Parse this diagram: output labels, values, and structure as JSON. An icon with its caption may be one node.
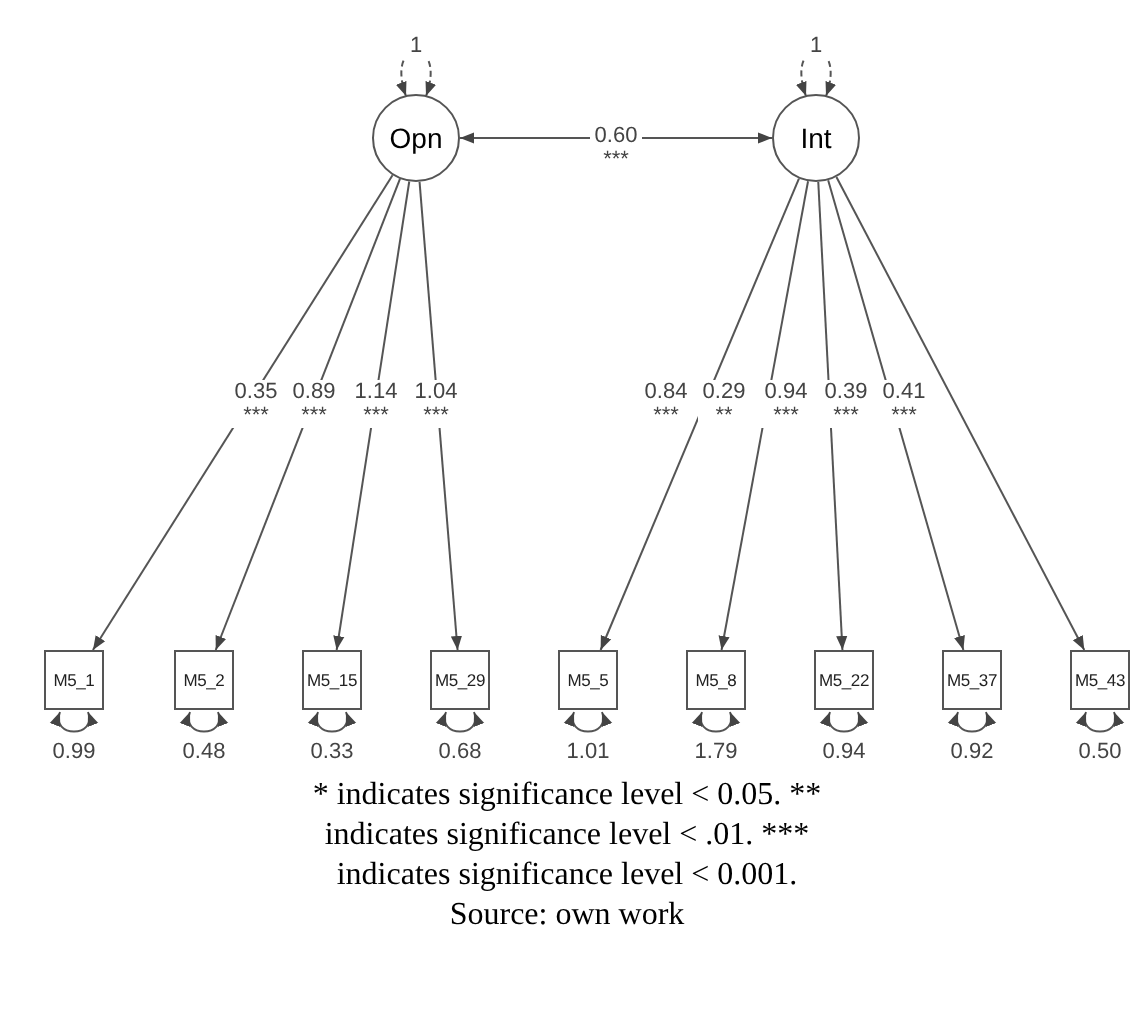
{
  "diagram": {
    "caption": "* indicates significance level < 0.05. ** indicates significance level < .01. *** indicates significance level < 0.001.",
    "nodes": [
      {
        "text": [
          "Opn"
        ]
      },
      {
        "text": [
          "Int"
        ]
      },
      {
        "text": [
          "M5_1"
        ]
      },
      {
        "text": [
          "M5_2"
        ]
      },
      {
        "text": [
          "M5_15"
        ]
      },
      {
        "text": [
          "M5_29"
        ]
      },
      {
        "text": [
          "M5_5"
        ]
      },
      {
        "text": [
          "M5_8"
        ]
      },
      {
        "text": [
          "M5_22"
        ]
      },
      {
        "text": [
          "M5_37"
        ]
      },
      {
        "text": [
          "M5_43"
        ]
      }
    ],
    "edges": [
      {
        "from": 0,
        "to": 1,
        "arrow": "both",
        "label": "0.60 ***"
      },
      {
        "from": 0,
        "to": 2,
        "arrow": "to",
        "label": "0.35 ***"
      },
      {
        "from": 0,
        "to": 3,
        "arrow": "to",
        "label": "0.89 ***"
      },
      {
        "from": 0,
        "to": 4,
        "arrow": "to",
        "label": "1.14 ***"
      },
      {
        "from": 0,
        "to": 5,
        "arrow": "to",
        "label": "1.04 ***"
      },
      {
        "from": 1,
        "to": 6,
        "arrow": "to",
        "label": "0.84 ***"
      },
      {
        "from": 1,
        "to": 7,
        "arrow": "to",
        "label": "0.29 **"
      },
      {
        "from": 1,
        "to": 8,
        "arrow": "to",
        "label": "0.94 ***"
      },
      {
        "from": 1,
        "to": 9,
        "arrow": "to",
        "label": "0.39 ***"
      },
      {
        "from": 1,
        "to": 10,
        "arrow": "to",
        "label": "0.41 ***"
      },
      {
        "from": 0,
        "to": 0,
        "arrow": "both",
        "label": "1",
        "style": "dashed"
      },
      {
        "from": 1,
        "to": 1,
        "arrow": "both",
        "label": "1",
        "style": "dashed"
      },
      {
        "from": 2,
        "to": 2,
        "arrow": "both",
        "label": "0.99"
      },
      {
        "from": 3,
        "to": 3,
        "arrow": "both",
        "label": "0.48"
      },
      {
        "from": 4,
        "to": 4,
        "arrow": "both",
        "label": "0.33"
      },
      {
        "from": 5,
        "to": 5,
        "arrow": "both",
        "label": "0.68"
      },
      {
        "from": 6,
        "to": 6,
        "arrow": "both",
        "label": "1.01"
      },
      {
        "from": 7,
        "to": 7,
        "arrow": "both",
        "label": "1.79"
      },
      {
        "from": 8,
        "to": 8,
        "arrow": "both",
        "label": "0.94"
      },
      {
        "from": 9,
        "to": 9,
        "arrow": "both",
        "label": "0.92"
      },
      {
        "from": 10,
        "to": 10,
        "arrow": "both",
        "label": "0.50"
      }
    ],
    "labels": [
      "Source: own work"
    ]
  }
}
